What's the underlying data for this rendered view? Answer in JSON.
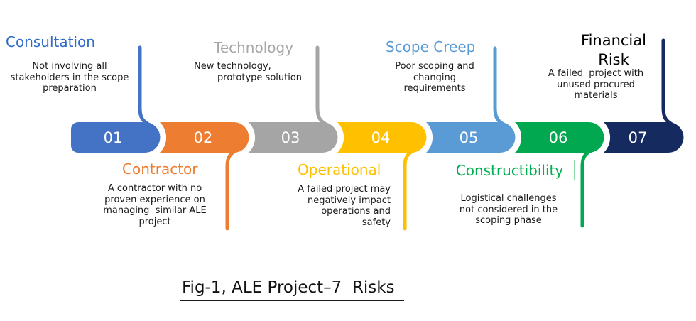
{
  "figure": {
    "caption": "Fig-1, ALE Project–7  Risks"
  },
  "steps": [
    {
      "number": "01",
      "title": "Consultation",
      "description": "Not involving all\nstakeholders in the scope\npreparation",
      "color": "#4472C4",
      "title_color": "#2F6BC7",
      "label_position": "top"
    },
    {
      "number": "02",
      "title": "Contractor",
      "description": "A contractor with no\nproven experience on\nmanaging  similar ALE\nproject",
      "color": "#ED7D31",
      "title_color": "#ED7D31",
      "label_position": "bottom"
    },
    {
      "number": "03",
      "title": "Technology",
      "description": "New technology,\n        prototype solution",
      "color": "#A5A5A5",
      "title_color": "#A6A6A6",
      "label_position": "top"
    },
    {
      "number": "04",
      "title": "Operational",
      "description": "A failed project may\nnegatively impact\noperations and\nsafety",
      "color": "#FFC000",
      "title_color": "#FFC000",
      "label_position": "bottom"
    },
    {
      "number": "05",
      "title": "Scope Creep",
      "description": "Poor scoping and\nchanging\nrequirements",
      "color": "#5B9BD5",
      "title_color": "#5B9BD5",
      "label_position": "top"
    },
    {
      "number": "06",
      "title": "Constructibility",
      "description": "Logistical challenges\nnot considered in the\nscoping phase",
      "color": "#02A84F",
      "title_color": "#00B050",
      "title_box_border": "#8FDBA8",
      "label_position": "bottom"
    },
    {
      "number": "07",
      "title": "Financial\nRisk",
      "description": "A failed  project with\nunused procured\nmaterials",
      "color": "#152A5F",
      "title_color": "#000000",
      "label_position": "top"
    }
  ]
}
